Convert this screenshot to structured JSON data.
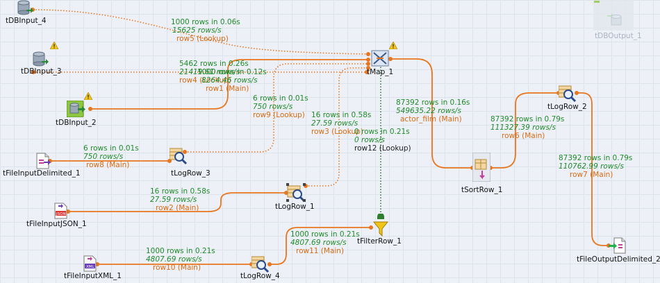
{
  "components": [
    {
      "id": "tDBInput_4",
      "label": "tDBInput_4",
      "icon": "database-icon",
      "warning": false
    },
    {
      "id": "tDBInput_3",
      "label": "tDBInput_3",
      "icon": "database-icon",
      "warning": true
    },
    {
      "id": "tDBInput_2",
      "label": "tDBInput_2",
      "icon": "database-input-icon",
      "warning": true
    },
    {
      "id": "tFileInputDelimited_1",
      "label": "tFileInputDelimited_1",
      "icon": "file-delimited-icon",
      "warning": false
    },
    {
      "id": "tLogRow_3",
      "label": "tLogRow_3",
      "icon": "log-row-icon",
      "warning": false
    },
    {
      "id": "tFileInputJSON_1",
      "label": "tFileInputJSON_1",
      "icon": "file-json-icon",
      "badge": "JSON",
      "warning": false
    },
    {
      "id": "tLogRow_1",
      "label": "tLogRow_1",
      "icon": "log-row-icon",
      "warning": false
    },
    {
      "id": "tFileInputXML_1",
      "label": "tFileInputXML_1",
      "icon": "file-xml-icon",
      "badge": "XML",
      "warning": false
    },
    {
      "id": "tLogRow_4",
      "label": "tLogRow_4",
      "icon": "log-row-icon",
      "warning": false
    },
    {
      "id": "tMap_1",
      "label": "tMap_1",
      "icon": "map-icon",
      "warning": true
    },
    {
      "id": "tFilterRow_1",
      "label": "tFilterRow_1",
      "icon": "filter-icon",
      "warning": false
    },
    {
      "id": "tSortRow_1",
      "label": "tSortRow_1",
      "icon": "sort-icon",
      "warning": false
    },
    {
      "id": "tLogRow_2",
      "label": "tLogRow_2",
      "icon": "log-row-icon",
      "warning": false
    },
    {
      "id": "tFileOutputDelimited_2",
      "label": "tFileOutputDelimited_2",
      "icon": "file-output-icon",
      "warning": false
    },
    {
      "id": "tDBOutput_1",
      "label": "tDBOutput_1",
      "icon": "database-output-icon",
      "warning": false,
      "disabled": true
    }
  ],
  "links": [
    {
      "id": "row5",
      "stat": "1000 rows in 0.06s",
      "rate": "15625 rows/s",
      "name": "row5 (Lookup)"
    },
    {
      "id": "row4",
      "stat": "5462 rows in 0.26s",
      "rate": "21419.61 rows/s",
      "name": "row4 (Lookup)"
    },
    {
      "id": "row1",
      "stat": "1000 rows in 0.12s",
      "rate": "8264.46 rows/s",
      "name": "row1 (Main)"
    },
    {
      "id": "row9",
      "stat": "6 rows in 0.01s",
      "rate": "750 rows/s",
      "name": "row9 (Lookup)"
    },
    {
      "id": "row3",
      "stat": "16 rows in 0.58s",
      "rate": "27.59 rows/s",
      "name": "row3 (Lookup)"
    },
    {
      "id": "row12",
      "stat": "0 rows in 0.21s",
      "rate": "0 rows/s",
      "name": "row12 (Lookup)"
    },
    {
      "id": "actor_film",
      "stat": "87392 rows in 0.16s",
      "rate": "549635.22 rows/s",
      "name": "actor_film (Main)"
    },
    {
      "id": "row8",
      "stat": "6 rows in 0.01s",
      "rate": "750 rows/s",
      "name": "row8 (Main)"
    },
    {
      "id": "row2",
      "stat": "16 rows in 0.58s",
      "rate": "27.59 rows/s",
      "name": "row2 (Main)"
    },
    {
      "id": "row11",
      "stat": "1000 rows in 0.21s",
      "rate": "4807.69 rows/s",
      "name": "row11 (Main)"
    },
    {
      "id": "row10",
      "stat": "1000 rows in 0.21s",
      "rate": "4807.69 rows/s",
      "name": "row10 (Main)"
    },
    {
      "id": "row6",
      "stat": "87392 rows in 0.79s",
      "rate": "111327.39 rows/s",
      "name": "row6 (Main)"
    },
    {
      "id": "row7",
      "stat": "87392 rows in 0.79s",
      "rate": "110762.99 rows/s",
      "name": "row7 (Main)"
    }
  ],
  "colors": {
    "link": "#e8761e",
    "trigger": "#3c8c3c",
    "stat": "#1f8a2a",
    "name": "#d86a12",
    "warning": "#f0c419"
  }
}
